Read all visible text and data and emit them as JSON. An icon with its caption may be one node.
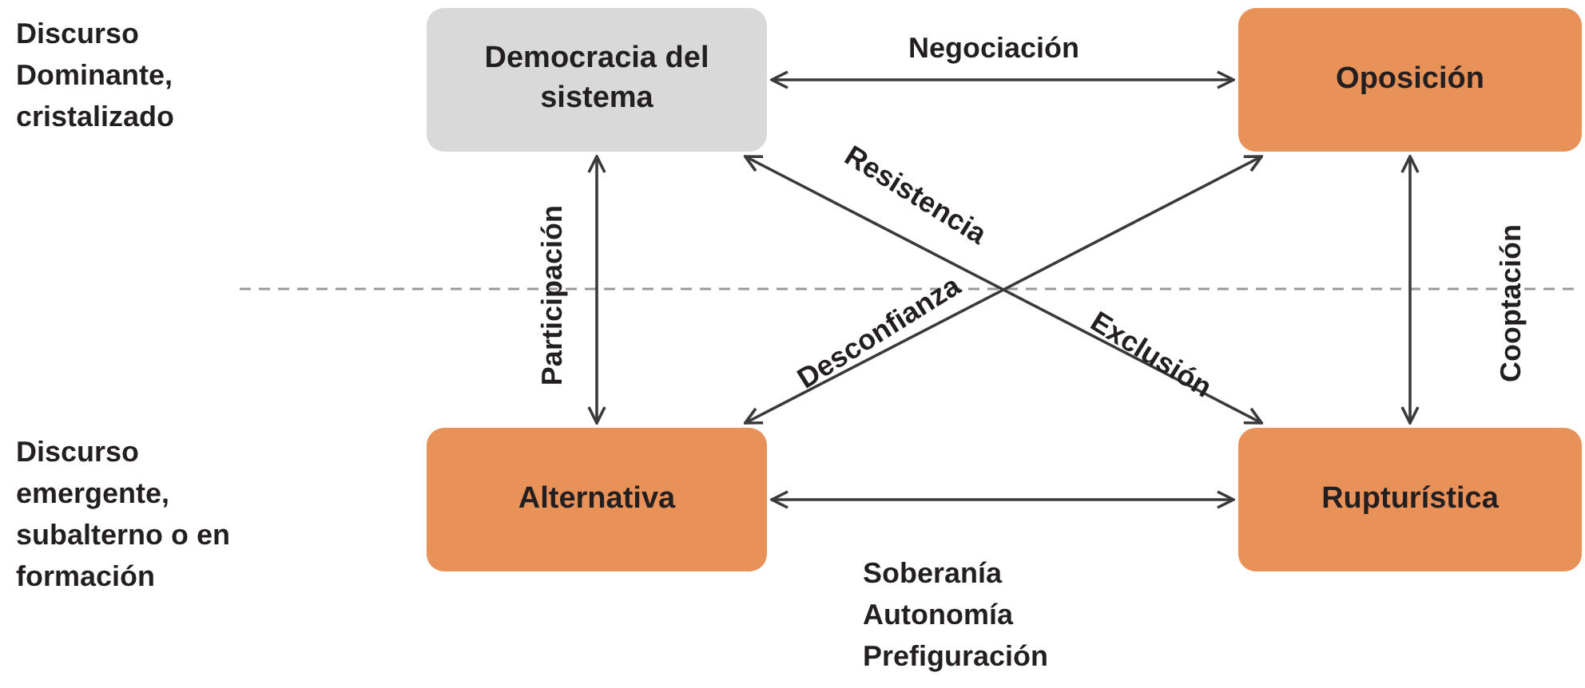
{
  "diagram": {
    "nodes": [
      {
        "text": [
          "Democracia del sistema"
        ]
      },
      {
        "text": [
          "Oposición"
        ]
      },
      {
        "text": [
          "Alternativa"
        ]
      },
      {
        "text": [
          "Rupturística"
        ]
      }
    ],
    "edges": [
      {
        "from": 0,
        "to": 1,
        "arrow": "both",
        "label": "Negociación"
      },
      {
        "from": 0,
        "to": 2,
        "arrow": "both",
        "label": "Participación"
      },
      {
        "from": 1,
        "to": 3,
        "arrow": "both",
        "label": "Cooptación"
      },
      {
        "from": 2,
        "to": 3,
        "arrow": "both",
        "label": "Soberanía Autonomía Prefiguración"
      },
      {
        "from": 0,
        "to": 3,
        "arrow": "both",
        "label": "Resistencia"
      },
      {
        "from": 2,
        "to": 1,
        "arrow": "both",
        "label": "Desconfianza"
      }
    ],
    "labels": [
      "Discurso Dominante, cristalizado",
      "Discurso emergente, subalterno o en formación",
      "Exclusión"
    ]
  }
}
